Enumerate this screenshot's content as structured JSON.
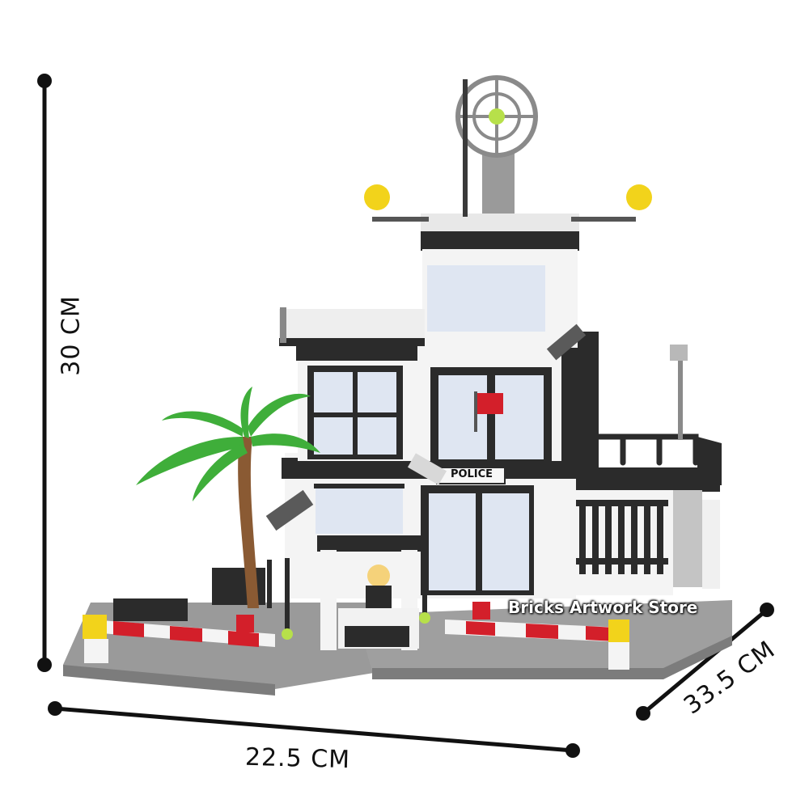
{
  "product": {
    "description": "Building-block police station model with dimensions",
    "sign_text": "POLICE",
    "watermark": "Bricks Artwork Store"
  },
  "dimensions": {
    "height_label": "30 CM",
    "width_label": "22.5 CM",
    "depth_label": "33.5 CM"
  },
  "colors": {
    "line": "#111111",
    "brick_white": "#f4f4f4",
    "brick_black": "#2b2b2b",
    "baseplate_gray": "#9a9a9a",
    "barrier_red": "#d31f2a",
    "light_yellow": "#f2d31b",
    "glass_blue": "#dfe6f2",
    "palm_green": "#3fae3a",
    "trunk_brown": "#8a5a33"
  }
}
